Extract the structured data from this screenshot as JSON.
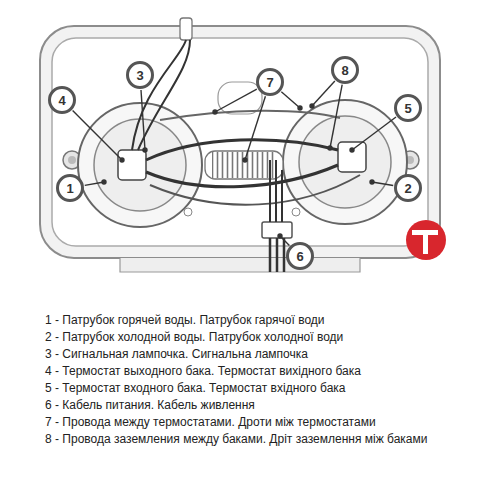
{
  "diagram": {
    "nodes": [
      {
        "text": [
          "3"
        ]
      },
      {
        "text": [
          "7"
        ]
      },
      {
        "text": [
          "8"
        ]
      },
      {
        "text": [
          "4"
        ]
      },
      {
        "text": [
          "5"
        ]
      },
      {
        "text": [
          "1"
        ]
      },
      {
        "text": [
          "2"
        ]
      },
      {
        "text": [
          "6"
        ]
      }
    ],
    "labels": [
      "1 - Патрубок горячей воды. Патрубок гарячої води",
      "2 - Патрубок холодной воды. Патрубок холодної води",
      "3 - Сигнальная лампочка. Сигнальна лампочка",
      "4 - Термостат выходного бака. Термостат вихідного бака",
      "5 - Термостат входного бака. Термостат вхідного бака",
      "6 - Кабель питания. Кабель живлення",
      "7 - Провода между термостатами. Дроти між термостатами",
      "8 - Провода заземления между баками. Дріт заземлення між баками"
    ]
  }
}
